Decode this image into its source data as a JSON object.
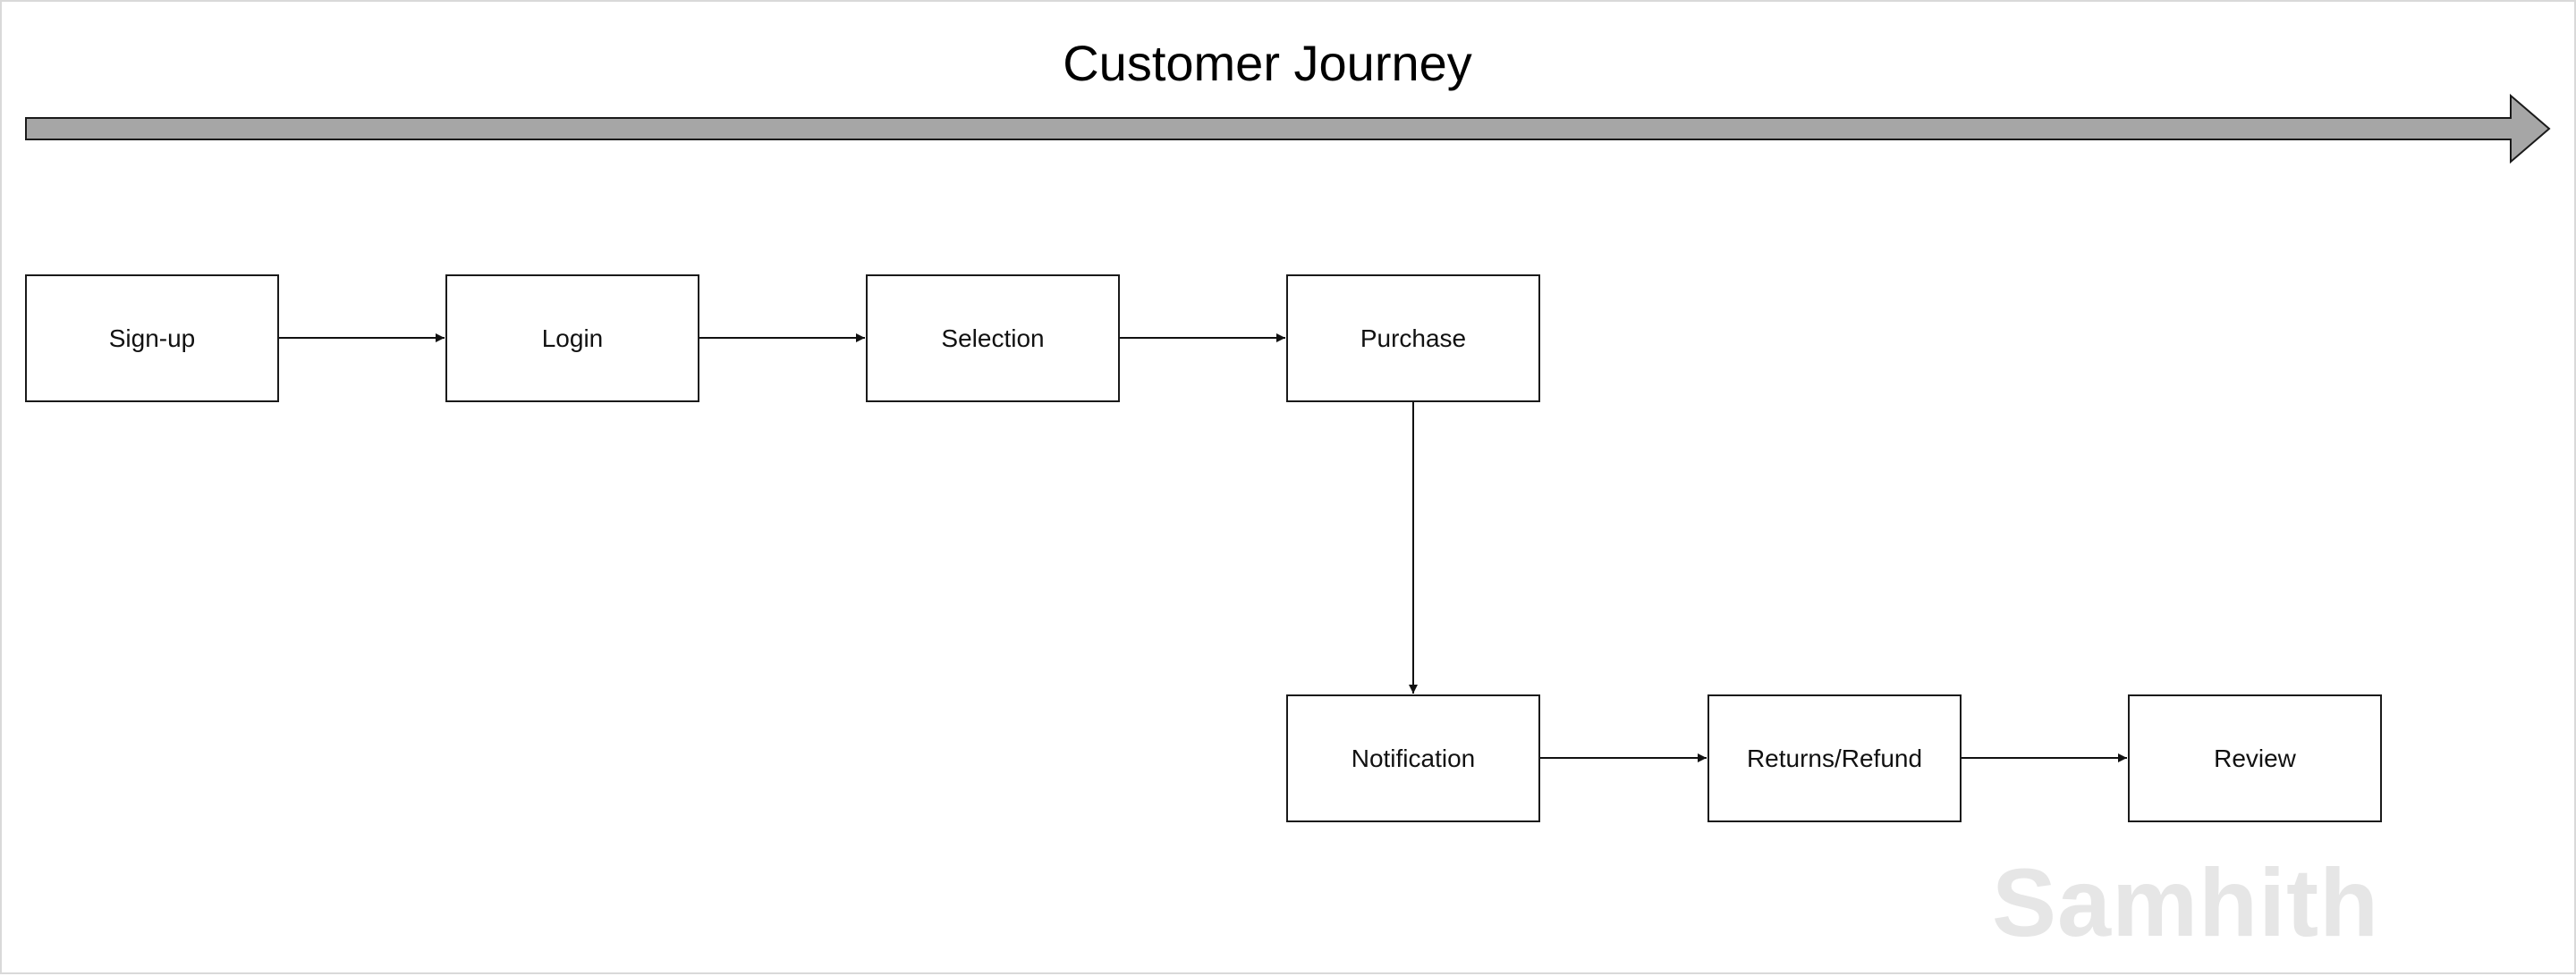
{
  "diagram": {
    "title": "Customer Journey",
    "nodes": [
      {
        "id": "signup",
        "label": "Sign-up"
      },
      {
        "id": "login",
        "label": "Login"
      },
      {
        "id": "selection",
        "label": "Selection"
      },
      {
        "id": "purchase",
        "label": "Purchase"
      },
      {
        "id": "notification",
        "label": "Notification"
      },
      {
        "id": "returns",
        "label": "Returns/Refund"
      },
      {
        "id": "review",
        "label": "Review"
      }
    ],
    "edges": [
      {
        "from": "signup",
        "to": "login"
      },
      {
        "from": "login",
        "to": "selection"
      },
      {
        "from": "selection",
        "to": "purchase"
      },
      {
        "from": "purchase",
        "to": "notification"
      },
      {
        "from": "notification",
        "to": "returns"
      },
      {
        "from": "returns",
        "to": "review"
      }
    ],
    "watermark": "Samhith",
    "colors": {
      "timeline_fill": "#a6a6a6",
      "stroke": "#1a1a1a",
      "watermark": "#e6e6e6"
    }
  }
}
